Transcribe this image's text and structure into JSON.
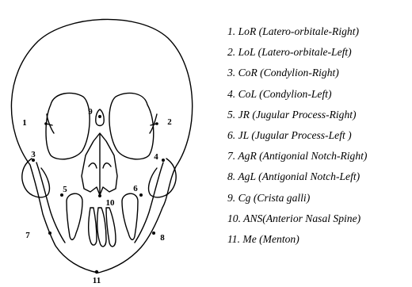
{
  "landmark_numbers": [
    "1",
    "2",
    "3",
    "4",
    "5",
    "6",
    "7",
    "8",
    "9",
    "10",
    "11"
  ],
  "legend": [
    "1. LoR (Latero-orbitale-Right)",
    "2. LoL (Latero-orbitale-Left)",
    "3. CoR (Condylion-Right)",
    "4. CoL (Condylion-Left)",
    "5. JR (Jugular Process-Right)",
    "6. JL (Jugular Process-Left )",
    "7. AgR  (Antigonial Notch-Right)",
    "8.  AgL (Antigonial Notch-Left)",
    "9. Cg (Crista galli)",
    "10. ANS(Anterior Nasal Spine)",
    "11. Me (Menton)"
  ]
}
